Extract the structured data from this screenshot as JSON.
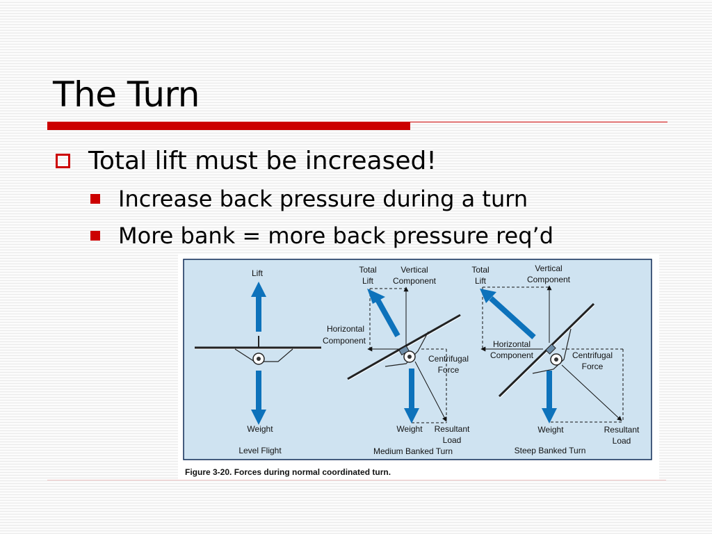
{
  "slide": {
    "title": "The Turn",
    "bullets": [
      {
        "text": "Total lift must be increased!",
        "subbullets": [
          "Increase back pressure during a turn",
          "More bank = more back pressure req’d"
        ]
      }
    ]
  },
  "figure": {
    "caption": "Figure 3-20. Forces during normal coordinated turn.",
    "panels": [
      {
        "name": "Level Flight",
        "labels": [
          "Lift",
          "Weight"
        ]
      },
      {
        "name": "Medium Banked Turn",
        "labels": [
          "Total Lift",
          "Vertical Component",
          "Horizontal Component",
          "Centrifugal Force",
          "Weight",
          "Resultant Load"
        ]
      },
      {
        "name": "Steep Banked Turn",
        "labels": [
          "Total Lift",
          "Vertical Component",
          "Horizontal Component",
          "Centrifugal Force",
          "Weight",
          "Resultant Load"
        ]
      }
    ]
  },
  "colors": {
    "accent_red": "#cc0000",
    "figure_bg": "#cfe3f1",
    "arrow_blue": "#0d72bb"
  }
}
